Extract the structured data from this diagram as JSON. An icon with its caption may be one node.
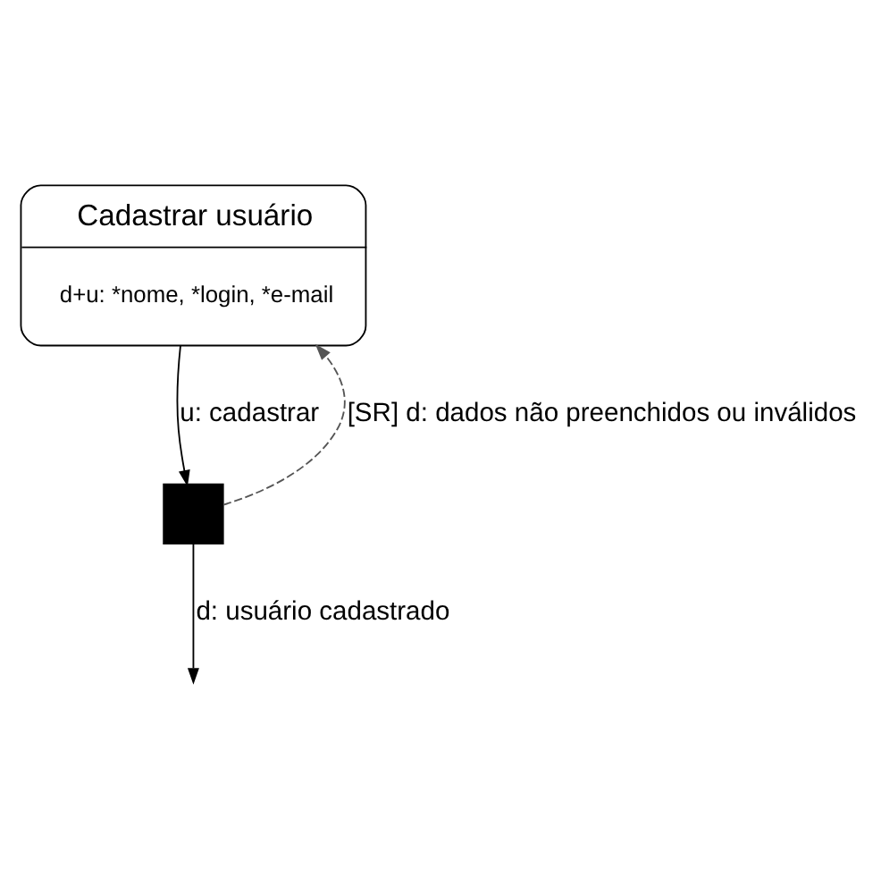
{
  "diagram": {
    "nodes": [
      {
        "text": [
          "Cadastrar usuário",
          "d+u: *nome, *login, *e-mail"
        ]
      },
      {
        "text": [],
        "shape": "box"
      }
    ],
    "edges": [
      {
        "from": 0,
        "to": 1,
        "arrow": "to",
        "label": "u: cadastrar"
      },
      {
        "from": 1,
        "to": 0,
        "arrow": "to",
        "label": "[SR] d: dados não preenchidos ou inválidos",
        "style": "dashed"
      },
      {
        "from": 1,
        "to": null,
        "arrow": "to",
        "label": "d: usuário cadastrado"
      }
    ]
  }
}
